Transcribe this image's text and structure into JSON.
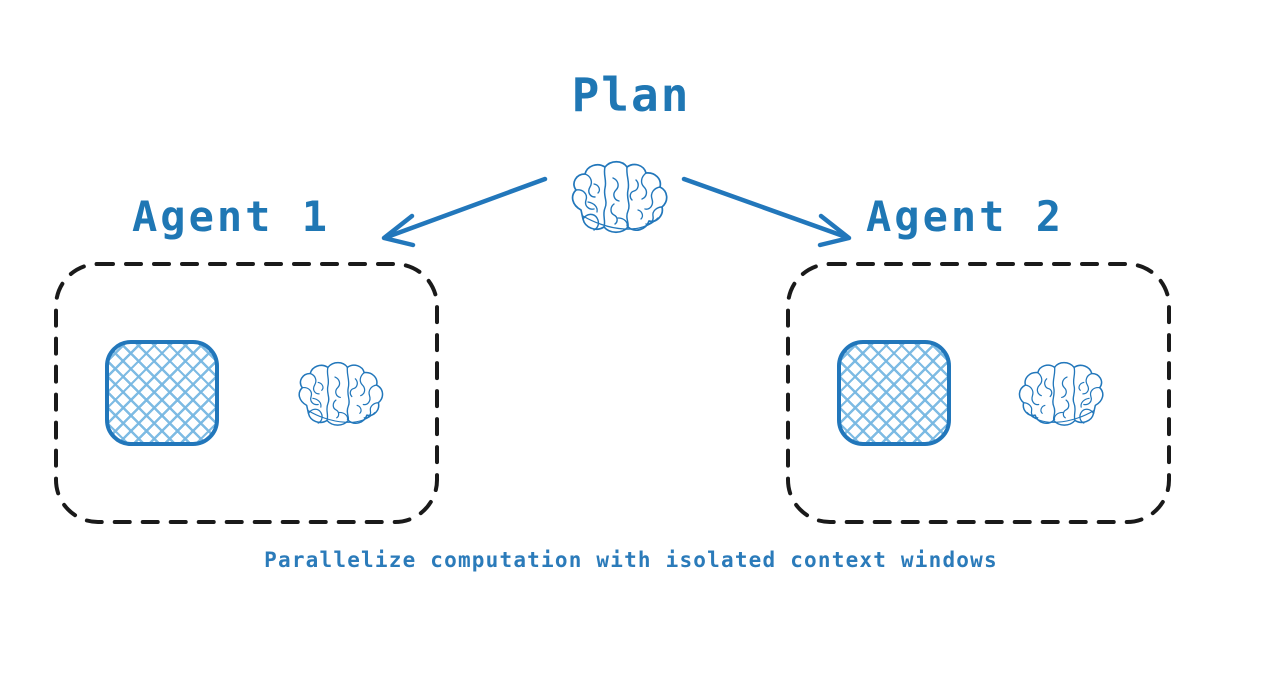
{
  "diagram": {
    "title": "Plan",
    "caption": "Parallelize computation with isolated context windows",
    "accent_color": "#1f77b4",
    "hatch_color": "#78b8e2",
    "dash_color": "#1a1a1a",
    "background": "#ffffff",
    "agents": [
      {
        "id": "agent-1",
        "label": "Agent 1",
        "context_window_icon": "context-window-icon",
        "brain_icon": "brain-icon"
      },
      {
        "id": "agent-2",
        "label": "Agent 2",
        "context_window_icon": "context-window-icon",
        "brain_icon": "brain-icon"
      }
    ],
    "center_node": {
      "icon": "brain-icon",
      "label": "Plan"
    },
    "arrows": [
      {
        "name": "arrow-plan-to-agent-1",
        "direction": "down-left"
      },
      {
        "name": "arrow-plan-to-agent-2",
        "direction": "down-right"
      }
    ]
  }
}
